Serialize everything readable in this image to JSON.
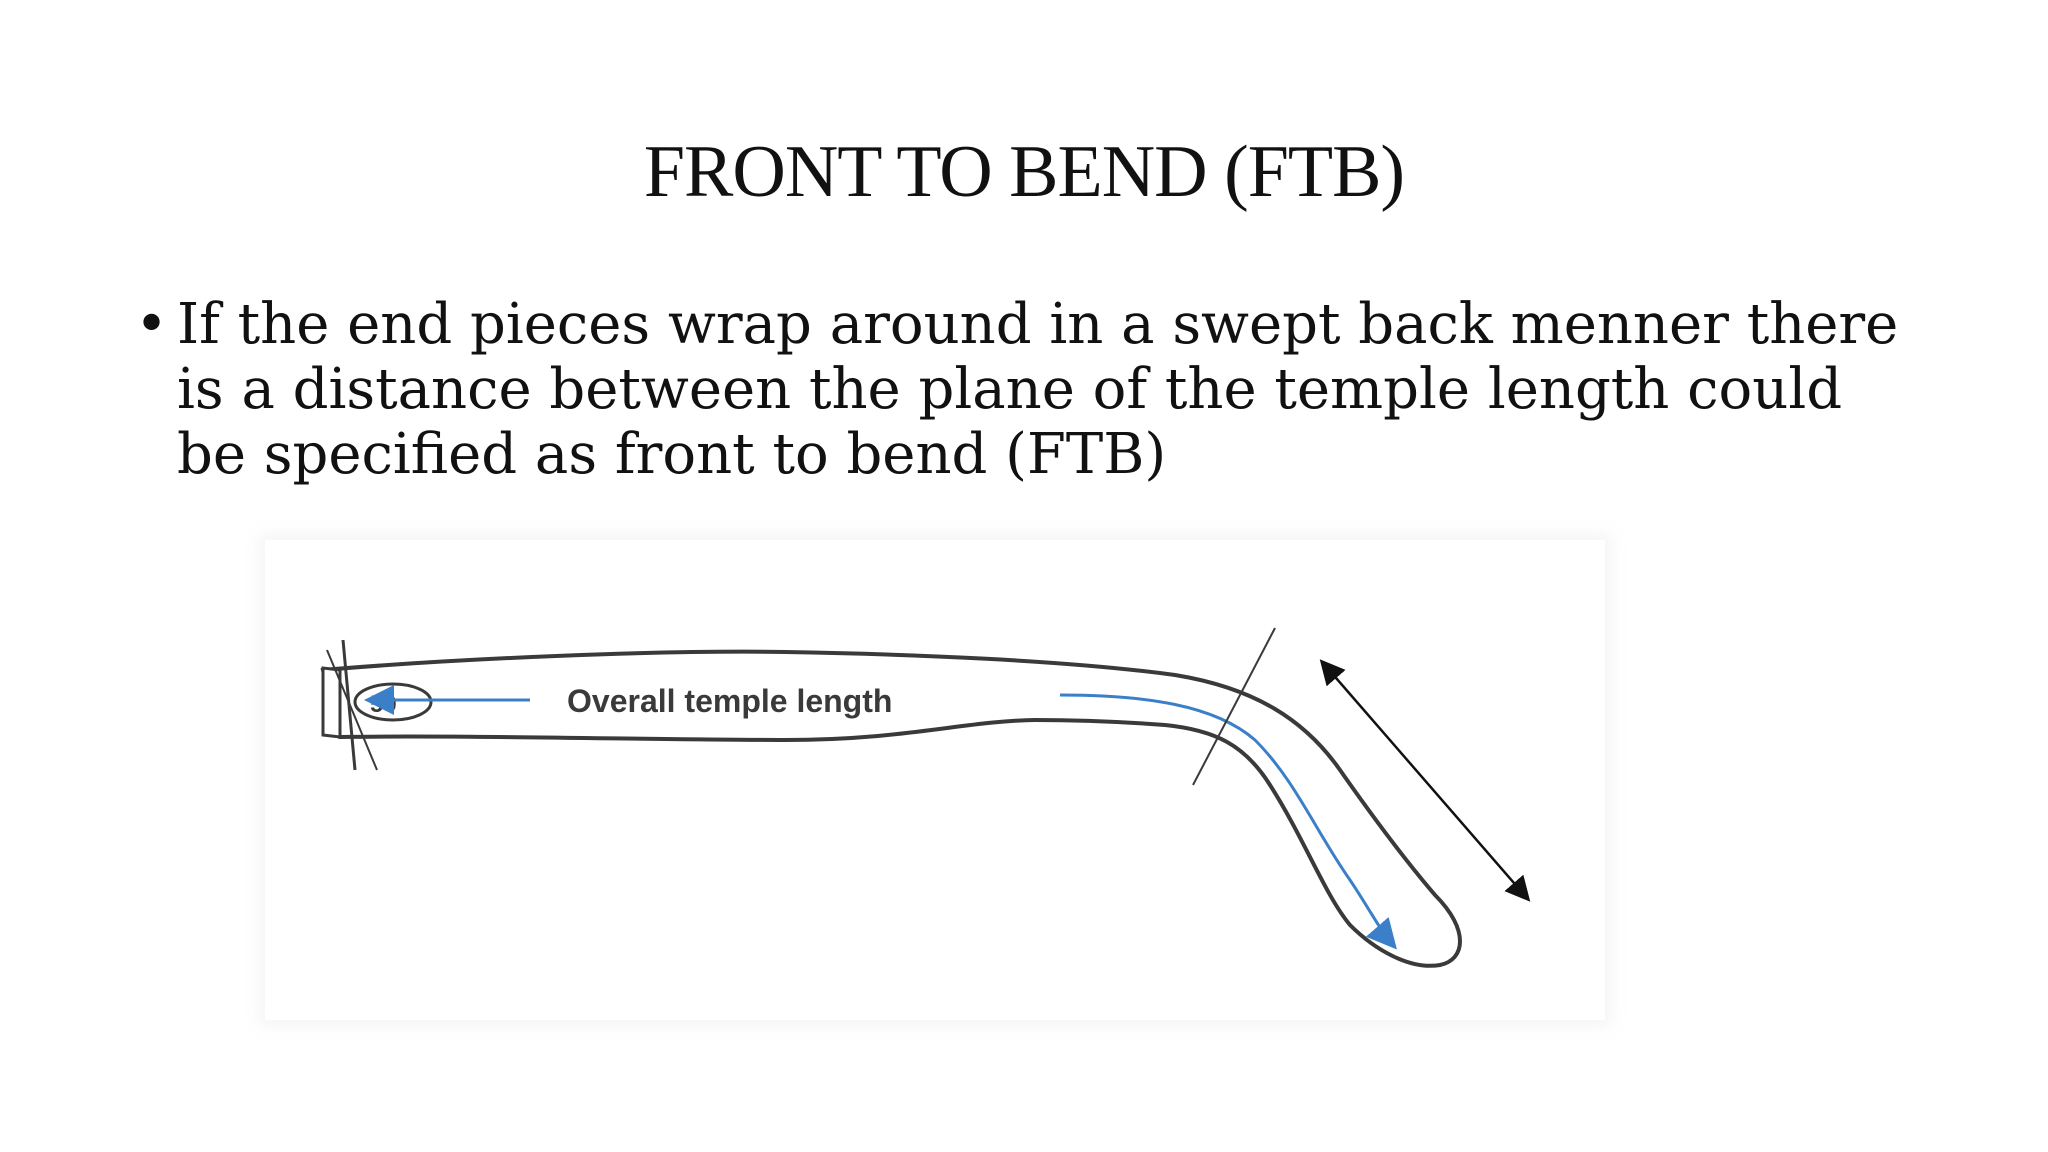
{
  "slide": {
    "title": "FRONT TO BEND (FTB)",
    "bullets": [
      {
        "marker": "•",
        "text": "If the end pieces wrap around in a swept back menner there is a distance between the plane of the temple length could be specified as front to bend (FTB)"
      }
    ]
  },
  "figure": {
    "label": "Overall temple length",
    "end_text": "50"
  },
  "colors": {
    "text": "#111111",
    "diagram_outline": "#3a3a3a",
    "measure_arrow": "#3a7fc8",
    "ftb_arrow": "#111111"
  }
}
